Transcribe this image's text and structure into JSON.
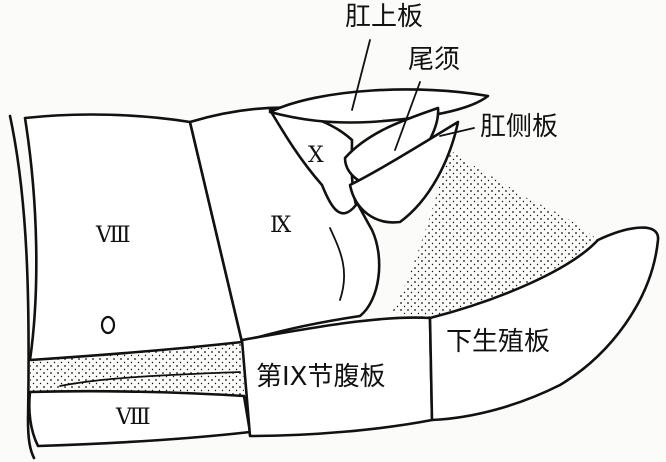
{
  "labels": {
    "epiproct": "肛上板",
    "cercus": "尾须",
    "paraproct": "肛侧板",
    "subgenital_plate": "下生殖板",
    "sternite_ix": "第IX节腹板"
  },
  "segments": {
    "tergite_8": "Ⅷ",
    "tergite_9": "Ⅸ",
    "tergite_10": "Ⅹ",
    "sternite_8": "Ⅷ"
  }
}
